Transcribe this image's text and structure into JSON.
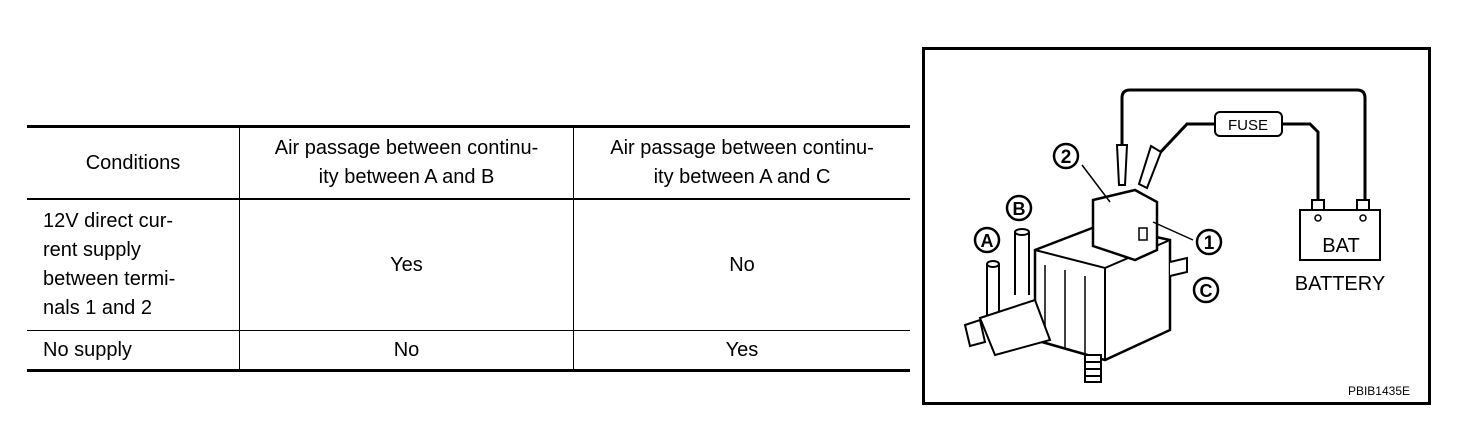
{
  "table": {
    "headers": [
      "Conditions",
      "Air passage between continu-ity between A and B",
      "Air passage between continu-ity between A and C"
    ],
    "header_lines": [
      [
        "Conditions"
      ],
      [
        "Air passage between continu-",
        "ity between A and B"
      ],
      [
        "Air passage between continu-",
        "ity between A and C"
      ]
    ],
    "rows": [
      {
        "condition_lines": [
          "12V direct cur-",
          "rent supply",
          "between termi-",
          "nals 1 and 2"
        ],
        "ab": "Yes",
        "ac": "No"
      },
      {
        "condition_lines": [
          "No supply"
        ],
        "ab": "No",
        "ac": "Yes"
      }
    ]
  },
  "figure": {
    "labels": {
      "port_a": "A",
      "port_b": "B",
      "port_c": "C",
      "terminal_1": "1",
      "terminal_2": "2",
      "fuse": "FUSE",
      "bat": "BAT",
      "battery": "BATTERY",
      "code": "PBIB1435E"
    }
  }
}
